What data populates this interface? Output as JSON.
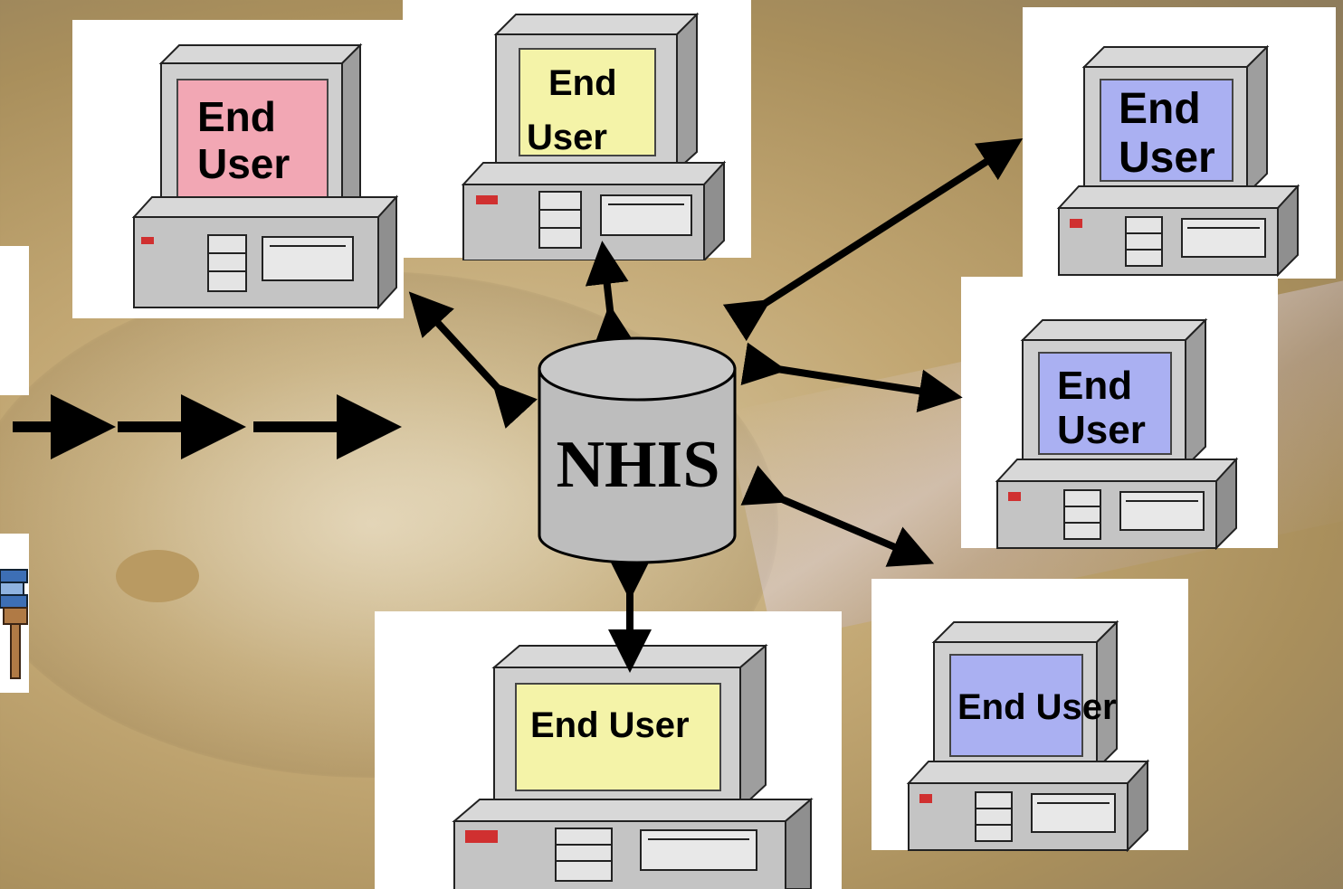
{
  "center_label": "NHIS",
  "nodes": {
    "top_left": {
      "label": "End User",
      "line1": "End",
      "line2": "User",
      "screen_color": "#f2a7b4"
    },
    "top_center": {
      "label": "End User",
      "line1": "End",
      "line2": "User",
      "screen_color": "#f4f3a8"
    },
    "top_right": {
      "label": "End User",
      "line1": "End",
      "line2": "User",
      "screen_color": "#aab0f2"
    },
    "mid_right": {
      "label": "End User",
      "line1": "End",
      "line2": "User",
      "screen_color": "#aab0f2"
    },
    "bottom_right": {
      "label": "End User",
      "line1": "End User",
      "screen_color": "#aab0f2"
    },
    "bottom_center": {
      "label": "End User",
      "line1": "End User",
      "screen_color": "#f4f3a8"
    }
  },
  "colors": {
    "arrow": "#000000",
    "database_fill": "#bdbdbd",
    "computer_body": "#c9c9c9",
    "panel": "#ffffff"
  }
}
